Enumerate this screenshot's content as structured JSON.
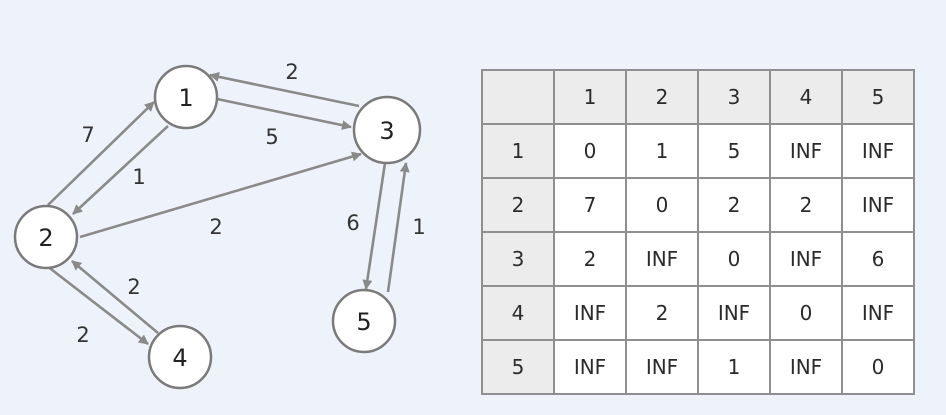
{
  "graph": {
    "nodes": [
      {
        "id": "1",
        "label": "1"
      },
      {
        "id": "2",
        "label": "2"
      },
      {
        "id": "3",
        "label": "3"
      },
      {
        "id": "4",
        "label": "4"
      },
      {
        "id": "5",
        "label": "5"
      }
    ],
    "edges": [
      {
        "from": "1",
        "to": "3",
        "weight": "5"
      },
      {
        "from": "3",
        "to": "1",
        "weight": "2"
      },
      {
        "from": "1",
        "to": "2",
        "weight": "1"
      },
      {
        "from": "2",
        "to": "1",
        "weight": "7"
      },
      {
        "from": "2",
        "to": "3",
        "weight": "2"
      },
      {
        "from": "2",
        "to": "4",
        "weight": "2"
      },
      {
        "from": "4",
        "to": "2",
        "weight": "2"
      },
      {
        "from": "3",
        "to": "5",
        "weight": "6"
      },
      {
        "from": "5",
        "to": "3",
        "weight": "1"
      }
    ]
  },
  "matrix": {
    "col_headers": [
      "1",
      "2",
      "3",
      "4",
      "5"
    ],
    "rows": [
      {
        "label": "1",
        "values": [
          "0",
          "1",
          "5",
          "INF",
          "INF"
        ]
      },
      {
        "label": "2",
        "values": [
          "7",
          "0",
          "2",
          "2",
          "INF"
        ]
      },
      {
        "label": "3",
        "values": [
          "2",
          "INF",
          "0",
          "INF",
          "6"
        ]
      },
      {
        "label": "4",
        "values": [
          "INF",
          "2",
          "INF",
          "0",
          "INF"
        ]
      },
      {
        "label": "5",
        "values": [
          "INF",
          "INF",
          "1",
          "INF",
          "0"
        ]
      }
    ]
  },
  "colors": {
    "background": "#eef2fb",
    "edge": "#8a8a8a",
    "node_stroke": "#7a7a7a",
    "header_fill": "#ececec"
  }
}
